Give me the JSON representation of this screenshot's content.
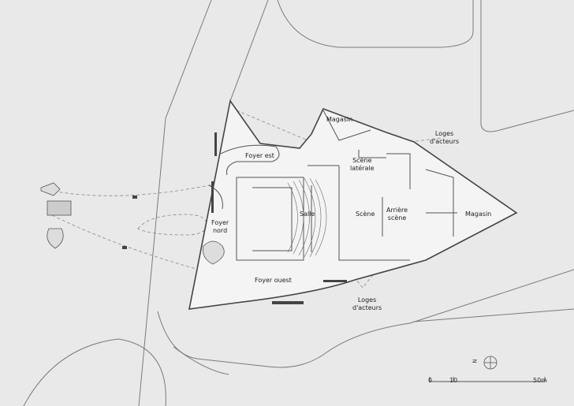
{
  "labels": {
    "magasin_top": "Magasin",
    "loges_top_1": "Loges",
    "loges_top_2": "d'acteurs",
    "foyer_est": "Foyer est",
    "scene_laterale_1": "Scène",
    "scene_laterale_2": "latérale",
    "foyer_nord_1": "Foyer",
    "foyer_nord_2": "nord",
    "salle": "Salle",
    "scene": "Scène",
    "arriere_scene_1": "Arrière",
    "arriere_scene_2": "scène",
    "magasin_right": "Magasin",
    "foyer_ouest": "Foyer ouest",
    "loges_bottom_1": "Loges",
    "loges_bottom_2": "d'acteurs"
  },
  "north": {
    "letter": "N"
  },
  "scale_bar": {
    "tick_0": "0",
    "tick_10": "10",
    "tick_50": "50m"
  }
}
